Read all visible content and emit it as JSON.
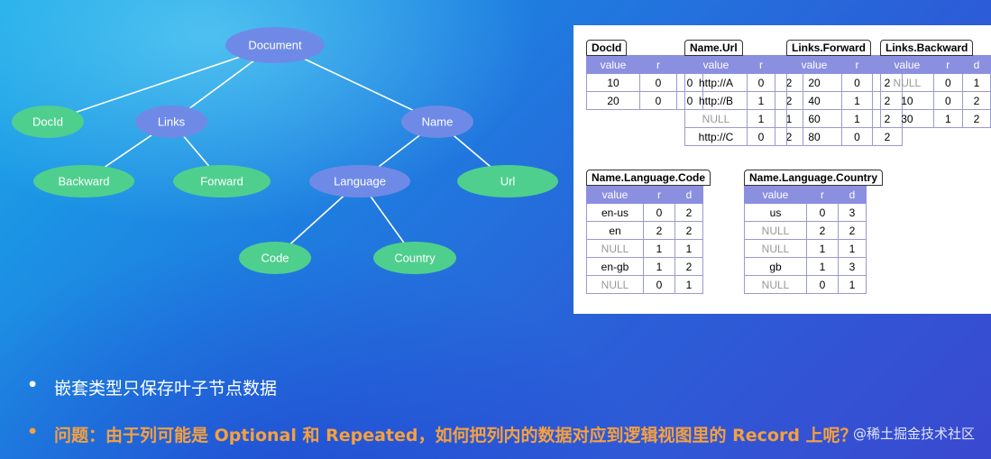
{
  "tree": {
    "nodes": [
      {
        "id": "document",
        "label": "Document",
        "kind": "internal"
      },
      {
        "id": "docid",
        "label": "DocId",
        "kind": "leaf"
      },
      {
        "id": "links",
        "label": "Links",
        "kind": "internal"
      },
      {
        "id": "name",
        "label": "Name",
        "kind": "internal"
      },
      {
        "id": "backward",
        "label": "Backward",
        "kind": "leaf"
      },
      {
        "id": "forward",
        "label": "Forward",
        "kind": "leaf"
      },
      {
        "id": "language",
        "label": "Language",
        "kind": "internal"
      },
      {
        "id": "url",
        "label": "Url",
        "kind": "leaf"
      },
      {
        "id": "code",
        "label": "Code",
        "kind": "leaf"
      },
      {
        "id": "country",
        "label": "Country",
        "kind": "leaf"
      }
    ],
    "edges": [
      [
        "document",
        "docid"
      ],
      [
        "document",
        "links"
      ],
      [
        "document",
        "name"
      ],
      [
        "links",
        "backward"
      ],
      [
        "links",
        "forward"
      ],
      [
        "name",
        "language"
      ],
      [
        "name",
        "url"
      ],
      [
        "language",
        "code"
      ],
      [
        "language",
        "country"
      ]
    ],
    "colors": {
      "internal": "#6f8ae6",
      "leaf": "#4fcf8e",
      "edge": "#ffffff"
    }
  },
  "tables": [
    {
      "id": "docid",
      "title": "DocId",
      "headers": [
        "value",
        "r",
        "d"
      ],
      "rows": [
        [
          "10",
          "0",
          "0"
        ],
        [
          "20",
          "0",
          "0"
        ]
      ]
    },
    {
      "id": "name-url",
      "title": "Name.Url",
      "headers": [
        "value",
        "r",
        "d"
      ],
      "rows": [
        [
          "http://A",
          "0",
          "2"
        ],
        [
          "http://B",
          "1",
          "2"
        ],
        [
          "NULL",
          "1",
          "1"
        ],
        [
          "http://C",
          "0",
          "2"
        ]
      ]
    },
    {
      "id": "links-forward",
      "title": "Links.Forward",
      "headers": [
        "value",
        "r",
        "d"
      ],
      "rows": [
        [
          "20",
          "0",
          "2"
        ],
        [
          "40",
          "1",
          "2"
        ],
        [
          "60",
          "1",
          "2"
        ],
        [
          "80",
          "0",
          "2"
        ]
      ]
    },
    {
      "id": "links-backward",
      "title": "Links.Backward",
      "headers": [
        "value",
        "r",
        "d"
      ],
      "rows": [
        [
          "NULL",
          "0",
          "1"
        ],
        [
          "10",
          "0",
          "2"
        ],
        [
          "30",
          "1",
          "2"
        ]
      ]
    },
    {
      "id": "name-language-code",
      "title": "Name.Language.Code",
      "headers": [
        "value",
        "r",
        "d"
      ],
      "rows": [
        [
          "en-us",
          "0",
          "2"
        ],
        [
          "en",
          "2",
          "2"
        ],
        [
          "NULL",
          "1",
          "1"
        ],
        [
          "en-gb",
          "1",
          "2"
        ],
        [
          "NULL",
          "0",
          "1"
        ]
      ]
    },
    {
      "id": "name-language-country",
      "title": "Name.Language.Country",
      "headers": [
        "value",
        "r",
        "d"
      ],
      "rows": [
        [
          "us",
          "0",
          "3"
        ],
        [
          "NULL",
          "2",
          "2"
        ],
        [
          "NULL",
          "1",
          "1"
        ],
        [
          "gb",
          "1",
          "3"
        ],
        [
          "NULL",
          "0",
          "1"
        ]
      ]
    }
  ],
  "bullets": {
    "marker": "•",
    "item1": "嵌套类型只保存叶子节点数据",
    "item2": "问题：由于列可能是 Optional 和 Repeated，如何把列内的数据对应到逻辑视图里的 Record 上呢？"
  },
  "watermark": "@稀土掘金技术社区",
  "colors": {
    "highlight": "#f5a040",
    "table_header": "#8b8fe0"
  }
}
